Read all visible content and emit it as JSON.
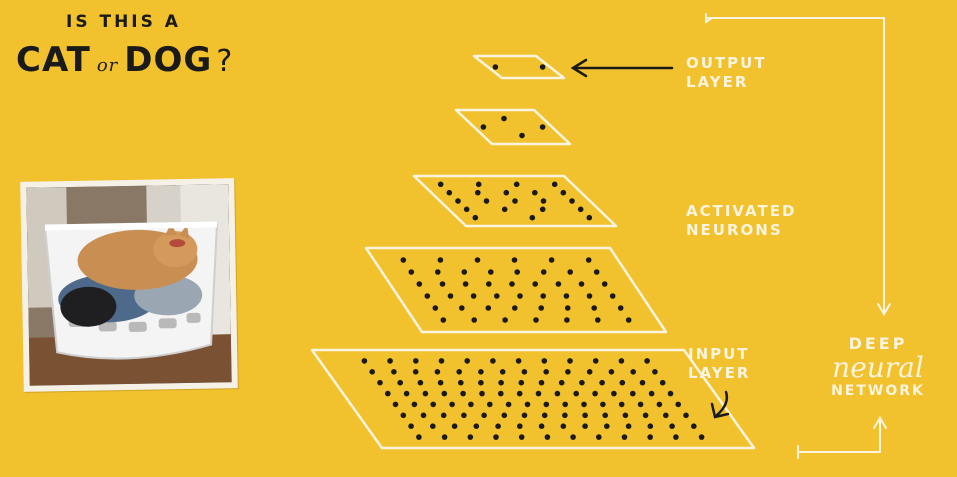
{
  "question": {
    "line1": "IS THIS A",
    "cat": "CAT",
    "or": "or",
    "dog": "DOG",
    "mark": "?"
  },
  "labels": {
    "output": [
      "OUTPUT",
      "LAYER"
    ],
    "activated": [
      "ACTIVATED",
      "NEURONS"
    ],
    "input": [
      "INPUT",
      "LAYER"
    ]
  },
  "network_label": {
    "deep": "DEEP",
    "neural": "neural",
    "network": "NETWORK"
  },
  "photo": {
    "subject": "cat sleeping in laundry basket"
  },
  "colors": {
    "background": "#f2c12e",
    "chalk": "#fbf4df",
    "ink": "#1a1a1a"
  },
  "layers": [
    {
      "name": "output",
      "dot_rows": [
        2
      ]
    },
    {
      "name": "hidden-2",
      "dot_rows": [
        1,
        2,
        1
      ]
    },
    {
      "name": "hidden-1",
      "dot_rows": [
        4,
        5,
        5,
        4,
        3
      ]
    },
    {
      "name": "hidden-0",
      "dot_rows": [
        6,
        8,
        9,
        9,
        8,
        7
      ]
    },
    {
      "name": "input",
      "dot_rows": [
        12,
        14,
        15,
        16,
        16,
        15,
        14,
        12
      ]
    }
  ]
}
